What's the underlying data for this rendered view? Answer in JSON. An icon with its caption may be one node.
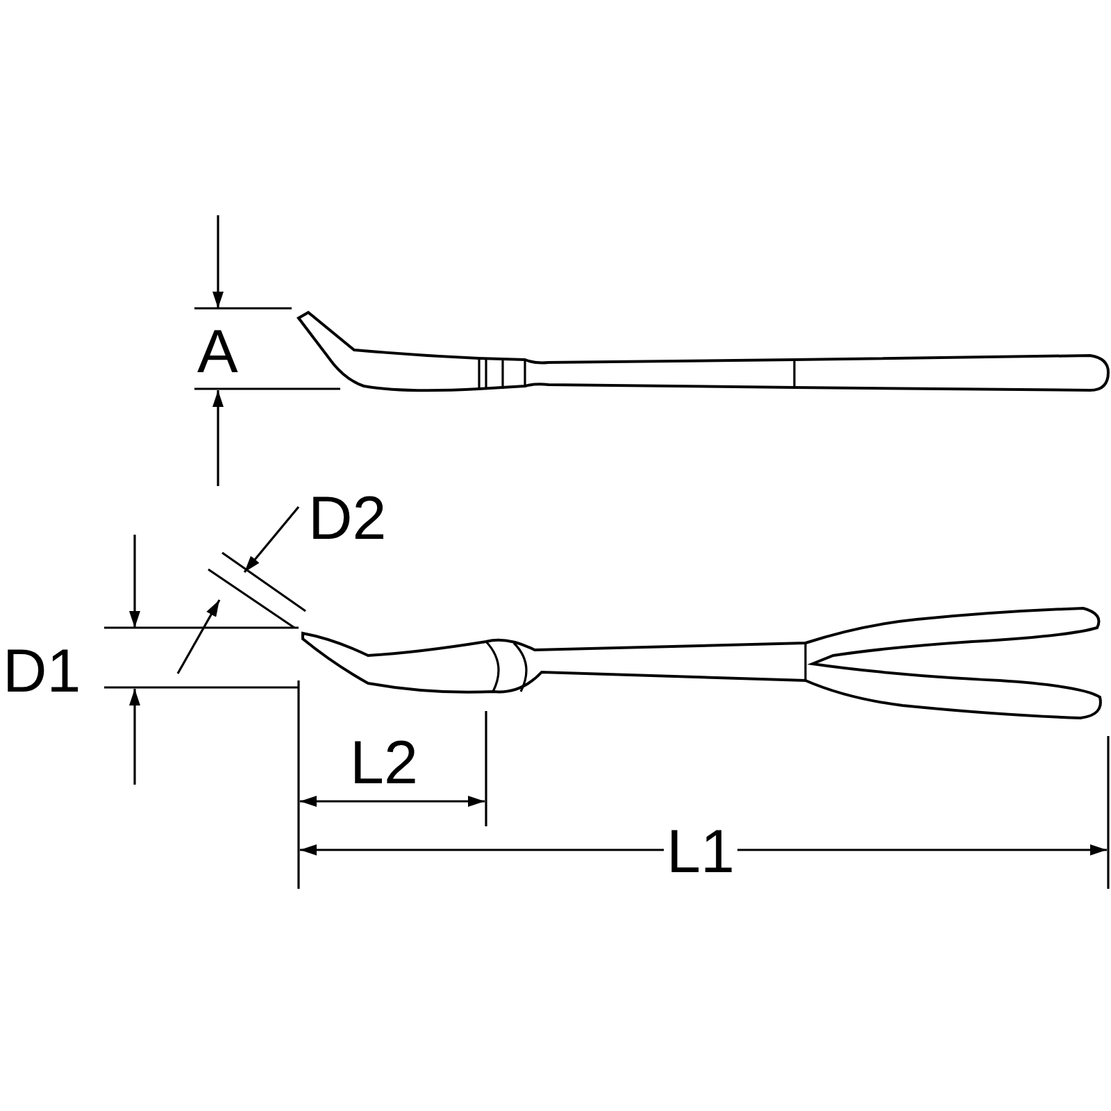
{
  "diagram": {
    "labels": [
      "A",
      "D2",
      "D1",
      "L2",
      "L1"
    ]
  }
}
